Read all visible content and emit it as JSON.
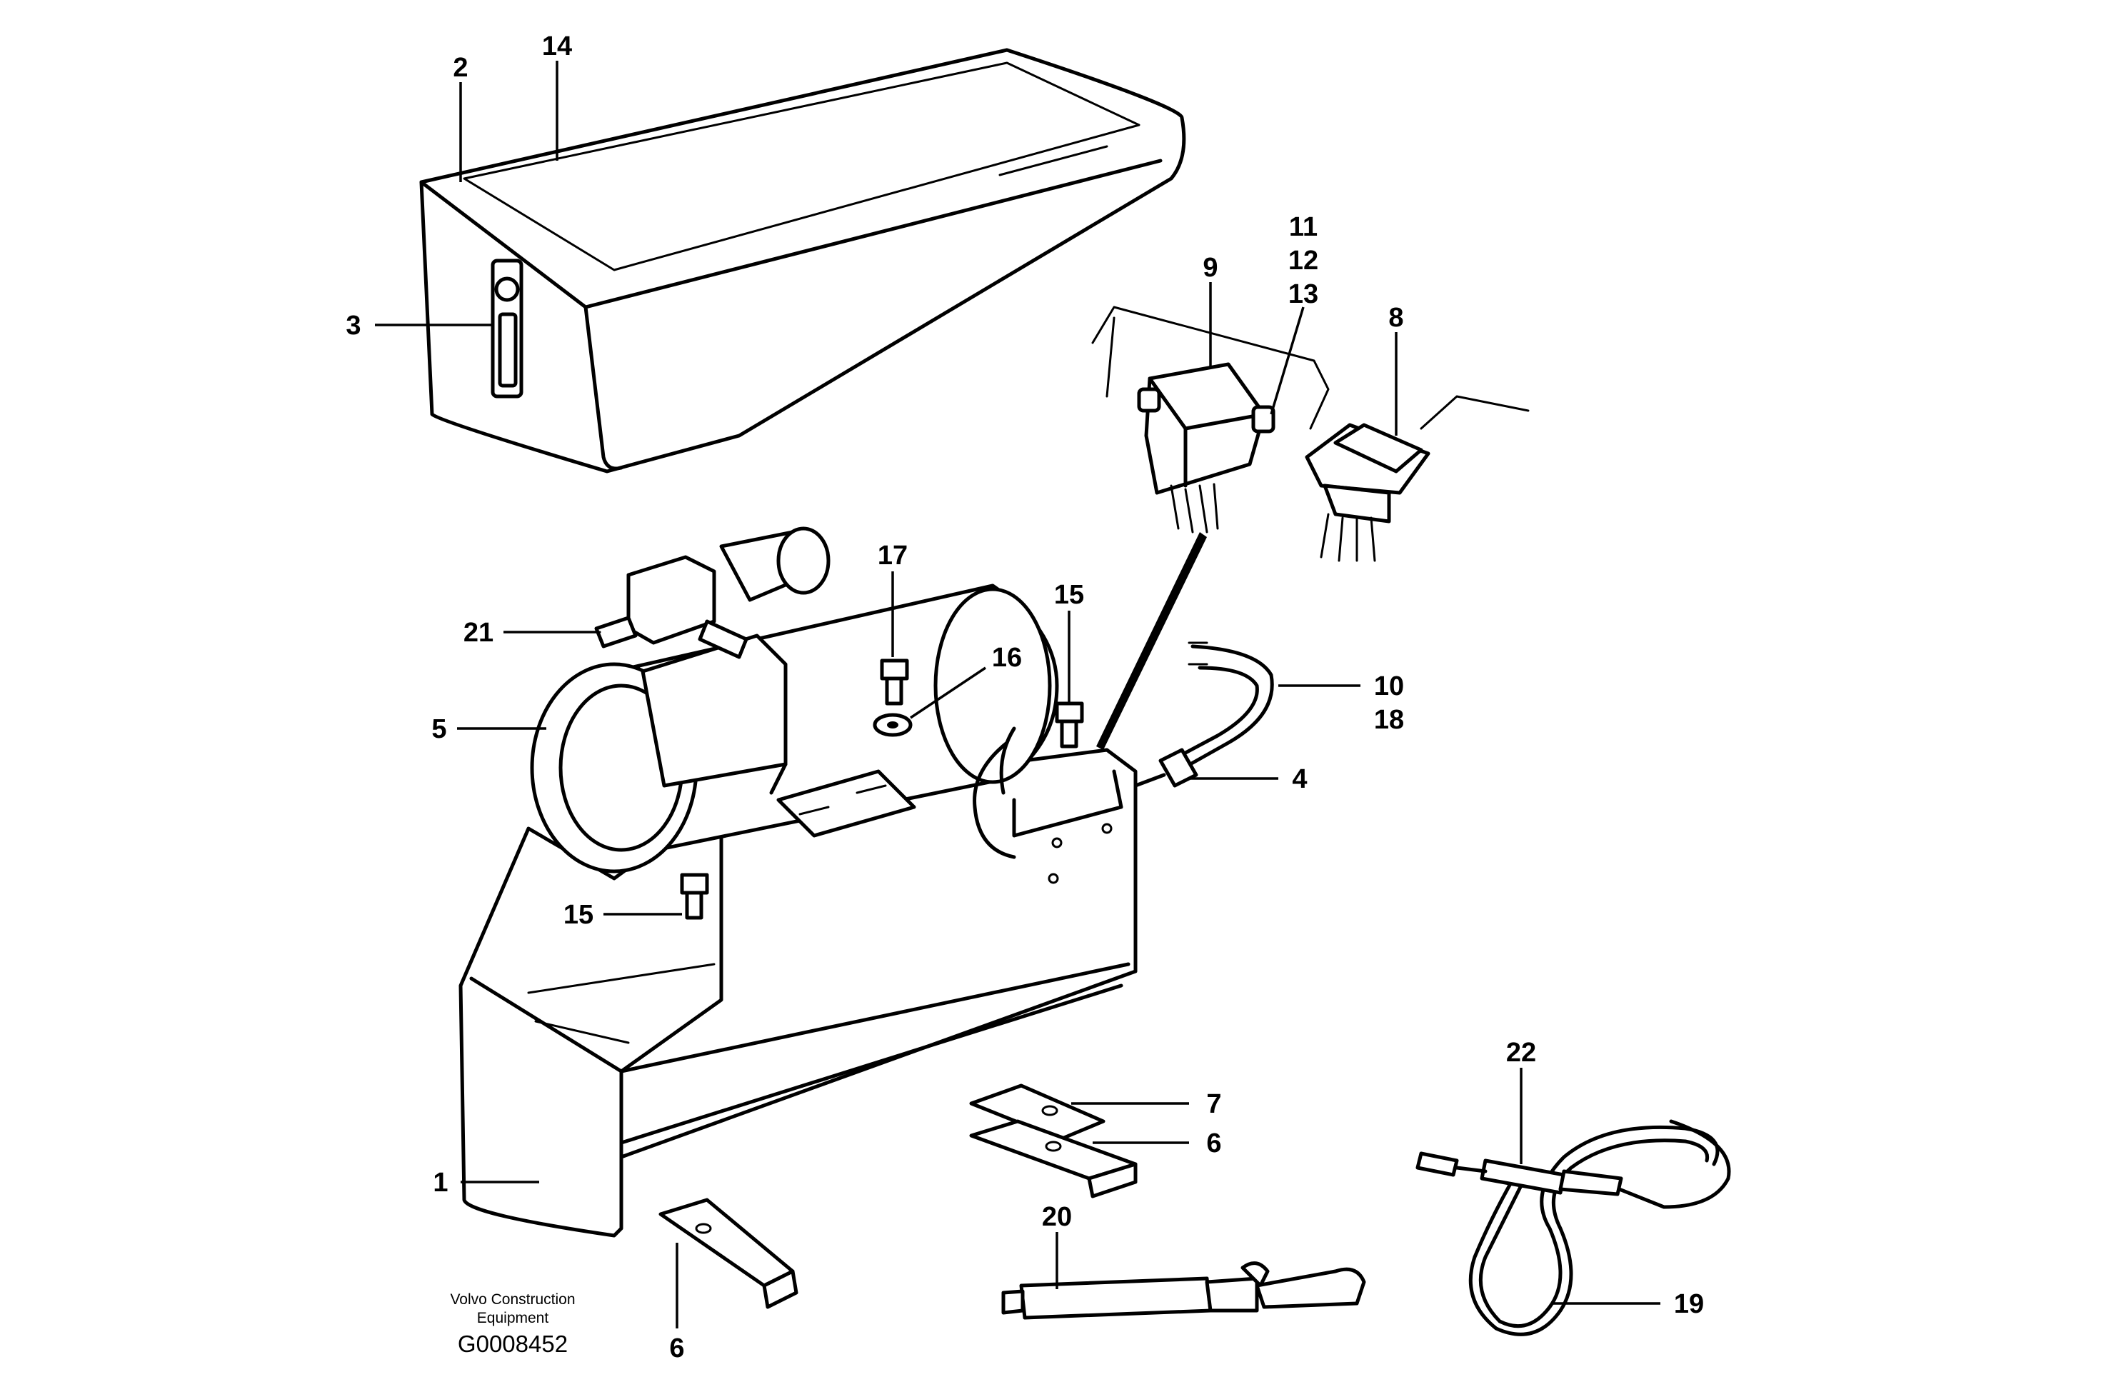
{
  "callouts": {
    "c1": "1",
    "c2": "2",
    "c3": "3",
    "c4": "4",
    "c5": "5",
    "c6a": "6",
    "c6b": "6",
    "c7": "7",
    "c8": "8",
    "c9": "9",
    "c10": "10",
    "c11": "11",
    "c12": "12",
    "c13": "13",
    "c14": "14",
    "c15a": "15",
    "c15b": "15",
    "c16": "16",
    "c17": "17",
    "c18": "18",
    "c19": "19",
    "c20": "20",
    "c21": "21",
    "c22": "22"
  },
  "caption": {
    "line1": "Volvo Construction",
    "line2": "Equipment",
    "code": "G0008452"
  },
  "colors": {
    "ink": "#000000",
    "paper": "#ffffff"
  }
}
